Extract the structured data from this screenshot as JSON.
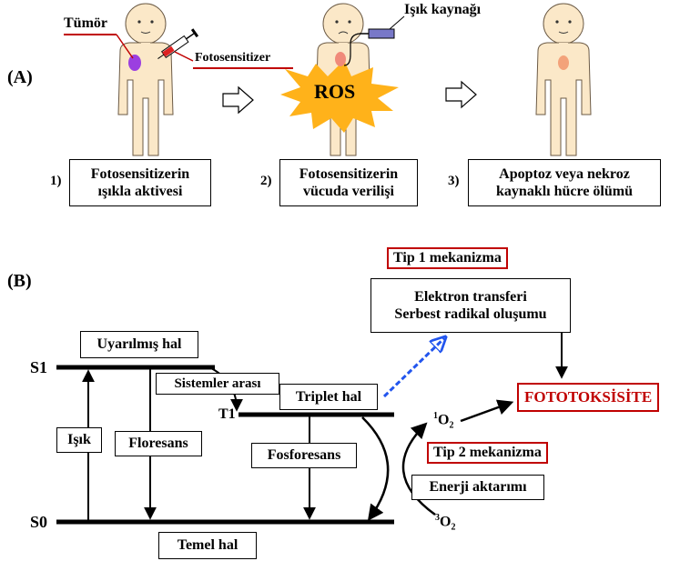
{
  "panel_a": {
    "label": "(A)",
    "tumor_label": "Tümör",
    "photosensitizer_label": "Fotosensitizer",
    "light_source_label": "Işık kaynağı",
    "ros_label": "ROS",
    "steps": [
      {
        "number": "1)",
        "text": "Fotosensitizerin\nışıkla aktivesi"
      },
      {
        "number": "2)",
        "text": "Fotosensitizerin\nvücuda verilişi"
      },
      {
        "number": "3)",
        "text": "Apoptoz veya nekroz\nkaynaklı hücre ölümü"
      }
    ]
  },
  "panel_b": {
    "label": "(B)",
    "type1_title": "Tip 1 mekanizma",
    "type1_box": "Elektron transferi\nSerbest radikal oluşumu",
    "excited_state": "Uyarılmış hal",
    "intersystem": "Sistemler arası",
    "triplet_state": "Triplet hal",
    "phototoxicity": "FOTOTOKSİSİTE",
    "light": "Işık",
    "fluorescence": "Floresans",
    "phosphorescence": "Fosforesans",
    "type2_title": "Tip 2 mekanizma",
    "energy_transfer": "Enerji aktarımı",
    "ground_state": "Temel hal",
    "s1": "S1",
    "t1": "T1",
    "s0": "S0",
    "singlet_o2_sup": "1",
    "triplet_o2_sup": "3",
    "o2": "O",
    "o2_sub": "2"
  },
  "colors": {
    "skin": "#fbe8c8",
    "tumor": "#9b3fe0",
    "tumor_treated": "#f08a7a",
    "tumor_dead": "#f3a27a",
    "ros": "#ffb21a",
    "accent_red": "#c00000",
    "dashed_arrow": "#2255ee"
  }
}
